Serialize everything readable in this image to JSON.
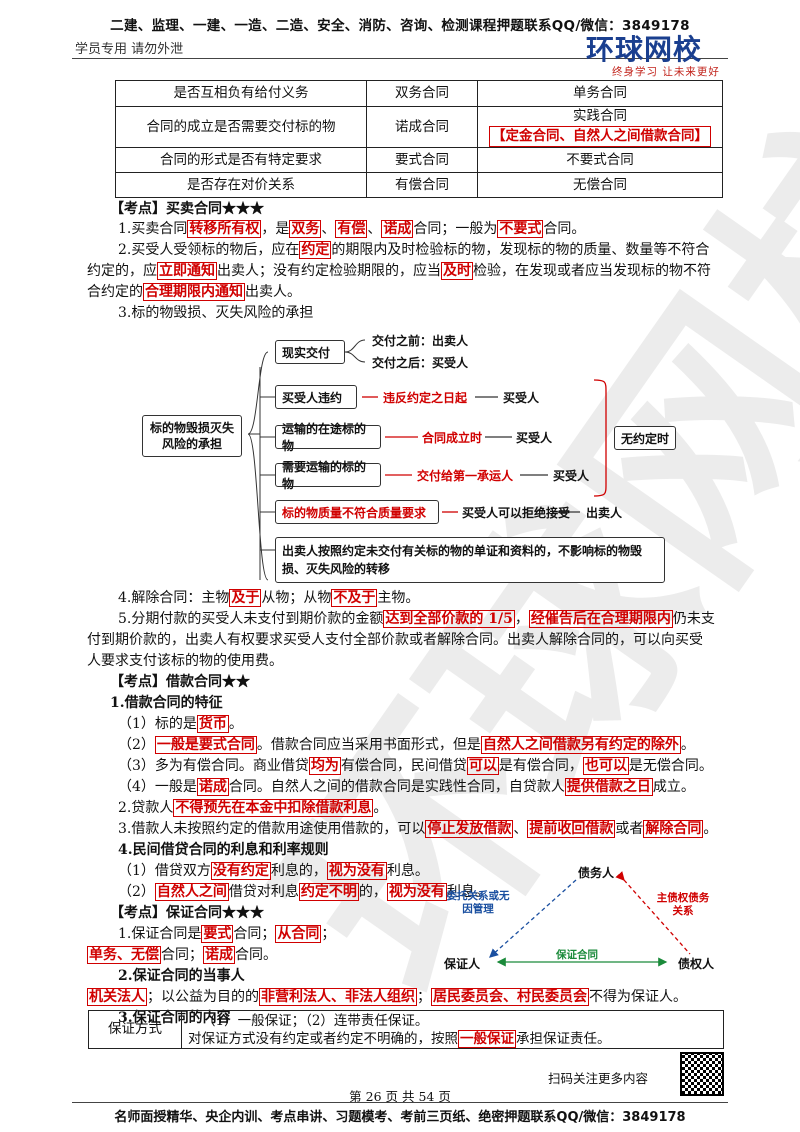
{
  "header": {
    "top": "二建、监理、一建、一造、二造、安全、消防、咨询、检测课程押题联系QQ/微信：3849178",
    "left": "学员专用 请勿外泄",
    "logo": "环球网校",
    "logo_sub": "终身学习 让未来更好"
  },
  "table1": [
    [
      "是否互相负有给付义务",
      "双务合同",
      "单务合同",
      ""
    ],
    [
      "合同的成立是否需要交付标的物",
      "诺成合同",
      "实践合同",
      "【定金合同、自然人之间借款合同】"
    ],
    [
      "合同的形式是否有特定要求",
      "要式合同",
      "不要式合同",
      ""
    ],
    [
      "是否存在对价关系",
      "有偿合同",
      "无偿合同",
      ""
    ]
  ],
  "sale": {
    "heading": "【考点】买卖合同★★★",
    "p1": {
      "a": "1.买卖合同",
      "b": "转移所有权",
      "c": "，是",
      "d": "双务",
      "e": "、",
      "f": "有偿",
      "g": "、",
      "h": "诺成",
      "i": "合同；一般为",
      "j": "不要式",
      "k": "合同。"
    },
    "p2a": {
      "a": "2.买受人受领标的物后，应在",
      "b": "约定",
      "c": "的期限内及时检验标的物，发现标的物的质量、数量等不符合"
    },
    "p2b": {
      "a": "约定的，应",
      "b": "立即通知",
      "c": "出卖人；没有约定检验期限的，应当",
      "d": "及时",
      "e": "检验，在发现或者应当发现标的物不符"
    },
    "p2c": {
      "a": "合约定的",
      "b": "合理期限内通知",
      "c": "出卖人。"
    },
    "p3": "3.标的物毁损、灭失风险的承担"
  },
  "diagram": {
    "root": "标的物毁损灭失风险的承担",
    "actual": "现实交付",
    "before": "交付之前：出卖人",
    "after": "交付之后：买受人",
    "r1_box": "买受人违约",
    "r1_red": "违反约定之日起",
    "r1_end": "买受人",
    "r2_box": "运输的在途标的物",
    "r2_red": "合同成立时",
    "r2_end": "买受人",
    "r3_box": "需要运输的标的物",
    "r3_red": "交付给第一承运人",
    "r3_end": "买受人",
    "no_agreement": "无约定时",
    "r4_box": "标的物质量不符合质量要求",
    "r4_mid": "买受人可以拒绝接受",
    "r4_end": "出卖人",
    "r5": "出卖人按照约定未交付有关标的物的单证和资料的，不影响标的物毁损、灭失风险的转移"
  },
  "after_diagram": {
    "p4": {
      "a": "4.解除合同：主物",
      "b": "及于",
      "c": "从物；从物",
      "d": "不及于",
      "e": "主物。"
    },
    "p5a": {
      "a": "5.分期付款的买受人未支付到期价款的金额",
      "b": "达到全部价款的 1/5",
      "c": "，",
      "d": "经催告后在合理期限内",
      "e": "仍未支"
    },
    "p5b": "付到期价款的，出卖人有权要求买受人支付全部价款或者解除合同。出卖人解除合同的，可以向买受",
    "p5c": "人要求支付该标的物的使用费。"
  },
  "loan": {
    "heading": "【考点】借款合同★★",
    "sub1": "1.借款合同的特征",
    "l1": {
      "a": "（1）标的是",
      "b": "货币",
      "c": "。"
    },
    "l2": {
      "a": "（2）",
      "b": "一般是要式合同",
      "c": "。借款合同应当采用书面形式，但是",
      "d": "自然人之间借款另有约定的除外",
      "e": "。"
    },
    "l3": {
      "a": "（3）多为有偿合同。商业借贷",
      "b": "均为",
      "c": "有偿合同，民间借贷",
      "d": "可以",
      "e": "是有偿合同，",
      "f": "也可以",
      "g": "是无偿合同。"
    },
    "l4": {
      "a": "（4）一般是",
      "b": "诺成",
      "c": "合同。自然人之间的借款合同是实践性合同，自贷款人",
      "d": "提供借款之日",
      "e": "成立。"
    },
    "l5": {
      "a": "2.贷款人",
      "b": "不得预先在本金中扣除借款利息",
      "c": "。"
    },
    "l6": {
      "a": "3.借款人未按照约定的借款用途使用借款的，可以",
      "b": "停止发放借款",
      "c": "、",
      "d": "提前收回借款",
      "e": "或者",
      "f": "解除合同",
      "g": "。"
    },
    "sub4": "4.民间借贷合同的利息和利率规则",
    "r1": {
      "a": "（1）借贷双方",
      "b": "没有约定",
      "c": "利息的，",
      "d": "视为没有",
      "e": "利息。"
    },
    "r2": {
      "a": "（2）",
      "b": "自然人之间",
      "c": "借贷对利息",
      "d": "约定不明",
      "e": "的，",
      "f": "视为没有",
      "g": "利息。"
    }
  },
  "guarantee": {
    "heading": "【考点】保证合同★★★",
    "g1": {
      "a": "1.保证合同是",
      "b": "要式",
      "c": "合同；",
      "d": "从合同",
      "e": "；"
    },
    "g2": {
      "a": "单务、无偿",
      "b": "合同；",
      "c": "诺成",
      "d": "合同。"
    },
    "sub2": "2.保证合同的当事人",
    "g3": {
      "a": "机关法人",
      "b": "；以公益为目的的",
      "c": "非营利法人、非法人组织",
      "d": "；",
      "e": "居民委员会、村民委员会",
      "f": "不得为保证人。"
    },
    "sub3": "3.保证合同的内容",
    "table_label": "保证方式",
    "table_l1": "（1）一般保证；（2）连带责任保证。",
    "table_l2a": "对保证方式没有约定或者约定不明确的，按照",
    "table_l2b": "一般保证",
    "table_l2c": "承担保证责任。",
    "tri_debtor": "债务人",
    "tri_guarantor": "保证人",
    "tri_creditor": "债权人",
    "tri_left": "委托关系或无因管理",
    "tri_right": "主债权债务关系",
    "tri_bottom": "保证合同"
  },
  "footer": {
    "scan": "扫码关注更多内容",
    "page": "第 26 页 共 54 页",
    "bottom": "名师面授精华、央企内训、考点串讲、习题模考、考前三页纸、绝密押题联系QQ/微信：3849178"
  }
}
